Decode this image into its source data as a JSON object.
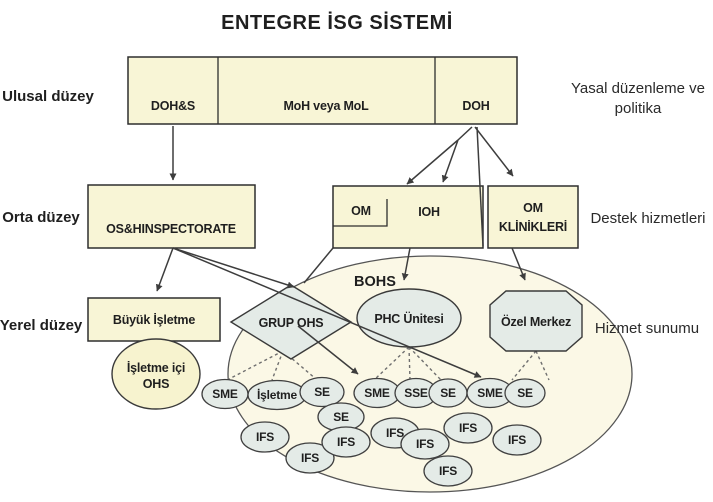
{
  "title": "ENTEGRE İSG SİSTEMİ",
  "level_labels": {
    "national": "Ulusal düzey",
    "middle": "Orta düzey",
    "local": "Yerel düzey"
  },
  "side_labels": {
    "policy_line1": "Yasal düzenleme ve",
    "policy_line2": "politika",
    "support": "Destek hizmetleri",
    "delivery": "Hizmet sunumu"
  },
  "national": {
    "dohs": "DOH&S",
    "moh": "MoH veya MoL",
    "doh": "DOH"
  },
  "middle": {
    "inspectorate": "OS&HINSPECTORATE",
    "om": "OM",
    "ioh": "IOH",
    "om_clinics_line1": "OM",
    "om_clinics_line2": "KLİNİKLERİ"
  },
  "local": {
    "bohs": "BOHS",
    "big_enterprise": "Büyük İşletme",
    "group_ohs": "GRUP OHS",
    "phc": "PHC Ünitesi",
    "private_center": "Özel Merkez",
    "inhouse_line1": "İşletme içi",
    "inhouse_line2": "OHS"
  },
  "small_nodes": [
    {
      "label": "SME"
    },
    {
      "label": "İşletme"
    },
    {
      "label": "SE"
    },
    {
      "label": "SE"
    },
    {
      "label": "SME"
    },
    {
      "label": "SSE"
    },
    {
      "label": "SE"
    },
    {
      "label": "SME"
    },
    {
      "label": "SE"
    },
    {
      "label": "IFS"
    },
    {
      "label": "IFS"
    },
    {
      "label": "IFS"
    },
    {
      "label": "IFS"
    },
    {
      "label": "IFS"
    },
    {
      "label": "IFS"
    },
    {
      "label": "IFS"
    },
    {
      "label": "IFS"
    }
  ],
  "colors": {
    "box_fill": "#f8f5d6",
    "shape_fill": "#e4ebe7",
    "big_ellipse_fill": "#fbf8e6",
    "inhouse_fill": "#f7f3cf",
    "border": "#2e2e2e",
    "arrow": "#3d3d3d",
    "background": "#ffffff",
    "text": "#1f1f1f"
  }
}
